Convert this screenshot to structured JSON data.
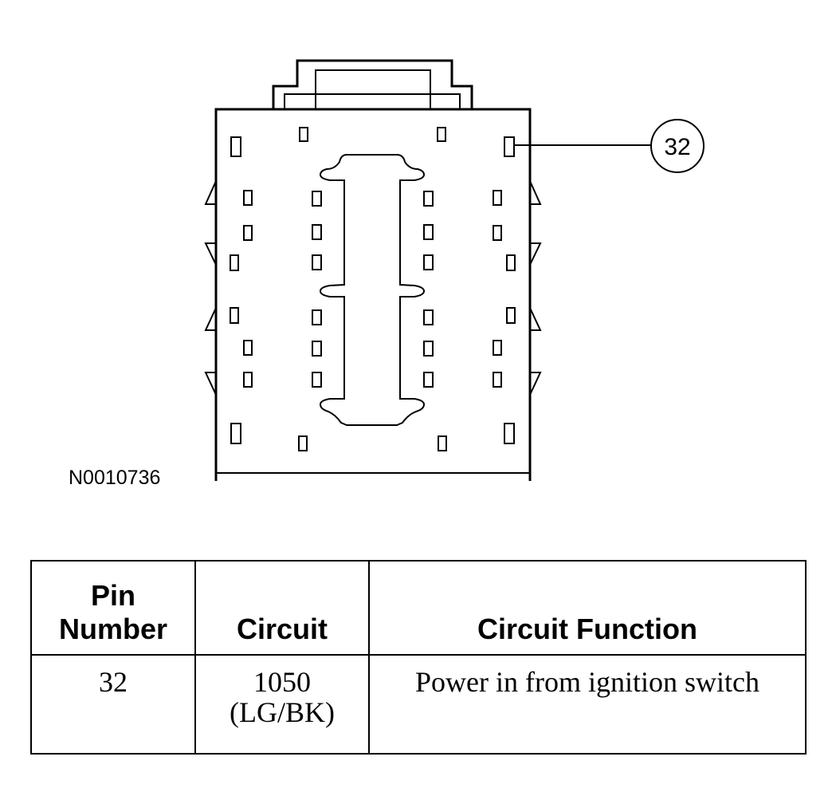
{
  "figure": {
    "id": "N0010736",
    "callout_pin": "32"
  },
  "table": {
    "headers": {
      "pin_number_line1": "Pin",
      "pin_number_line2": "Number",
      "circuit": "Circuit",
      "circuit_function": "Circuit Function"
    },
    "rows": [
      {
        "pin": "32",
        "circuit_line1": "1050",
        "circuit_line2": "(LG/BK)",
        "function": "Power in from ignition switch"
      }
    ]
  }
}
